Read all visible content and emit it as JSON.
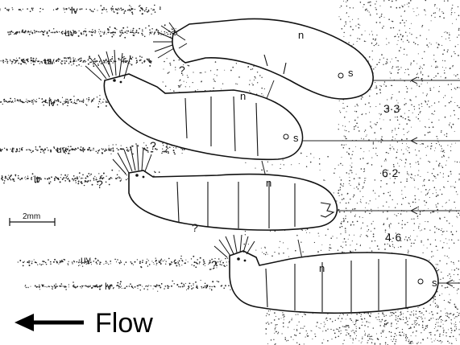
{
  "labels": {
    "lv": "lv",
    "uv": "uv",
    "n": "n",
    "s": "s",
    "q": "?"
  },
  "values": {
    "v1": "3·3",
    "v2": "6·2",
    "v3": "4·6"
  },
  "scale_bar": "2mm",
  "flow_label": "Flow",
  "colors": {
    "ink": "#111111",
    "background": "#ffffff"
  }
}
